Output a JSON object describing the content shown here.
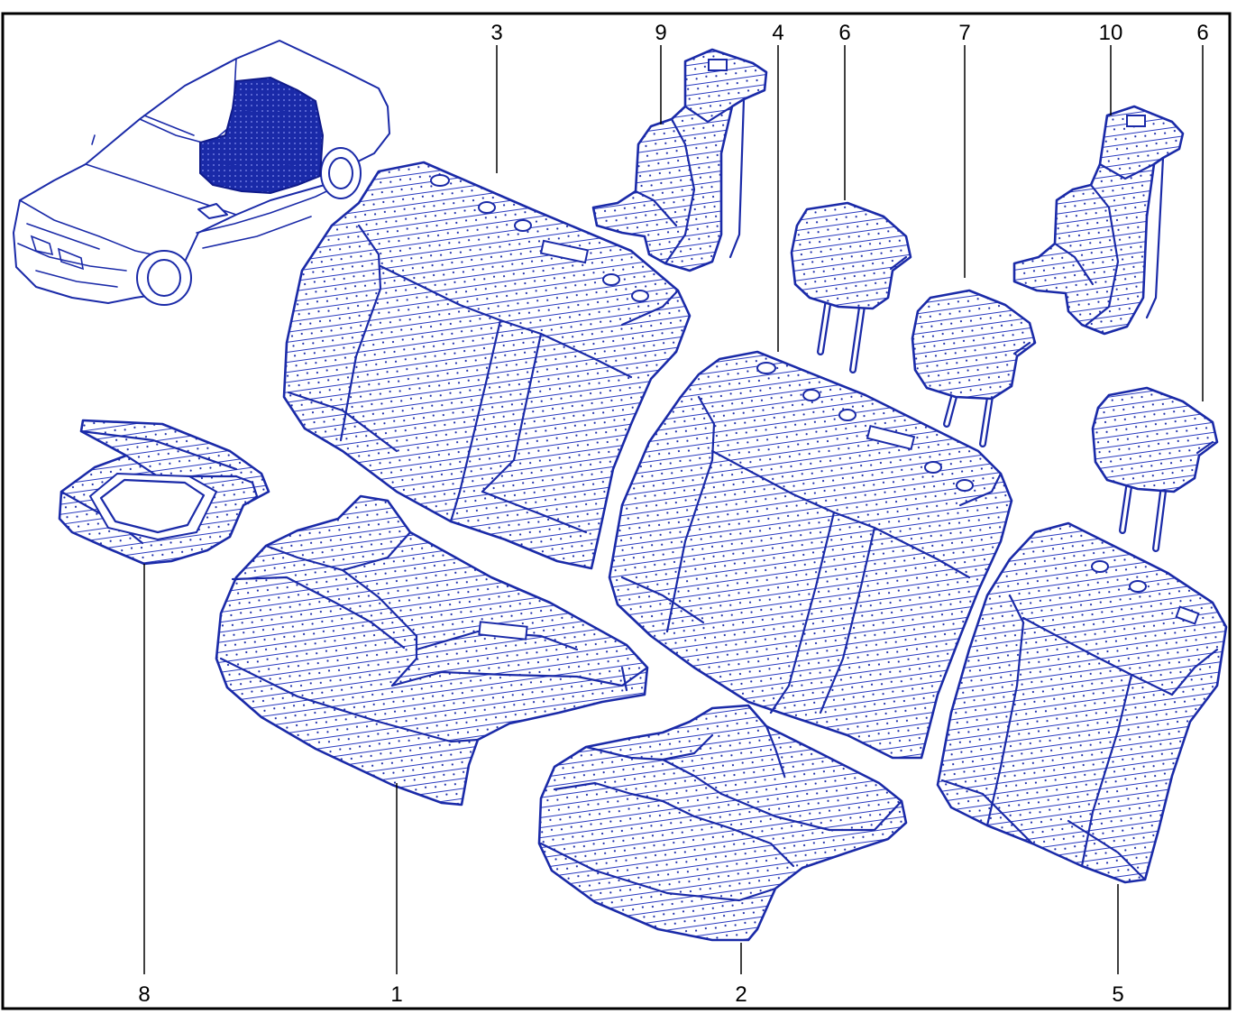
{
  "diagram": {
    "border_color": "#000000",
    "line_color": "#1a2aa8",
    "background": "#ffffff",
    "callouts": [
      {
        "id": "c3",
        "label": "3"
      },
      {
        "id": "c9",
        "label": "9"
      },
      {
        "id": "c4",
        "label": "4"
      },
      {
        "id": "c6a",
        "label": "6"
      },
      {
        "id": "c7",
        "label": "7"
      },
      {
        "id": "c10",
        "label": "10"
      },
      {
        "id": "c6b",
        "label": "6"
      },
      {
        "id": "c8",
        "label": "8"
      },
      {
        "id": "c1",
        "label": "1"
      },
      {
        "id": "c2",
        "label": "2"
      },
      {
        "id": "c5",
        "label": "5"
      }
    ]
  }
}
